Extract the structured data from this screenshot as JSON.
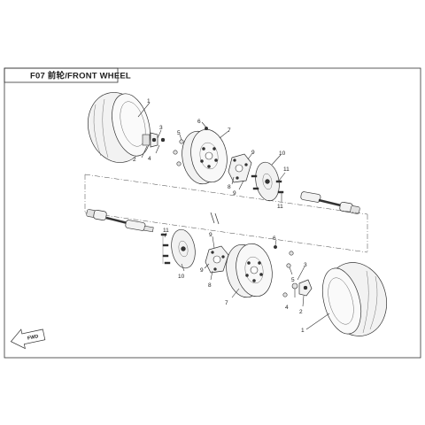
{
  "header": {
    "title": "F07 前轮/FRONT WHEEL"
  },
  "fwd_label": "FWD",
  "callouts": {
    "upper": {
      "c1": "1",
      "c2": "2",
      "c3": "3",
      "c4": "4",
      "c5": "5",
      "c6": "6",
      "c7": "7",
      "c8": "8",
      "c9a": "9",
      "c9b": "9",
      "c10": "10",
      "c11a": "11",
      "c11b": "11"
    },
    "lower": {
      "c1": "1",
      "c2": "2",
      "c3": "3",
      "c4": "4",
      "c5": "5",
      "c6": "6",
      "c7": "7",
      "c8": "8",
      "c9a": "9",
      "c9b": "9",
      "c10": "10",
      "c11": "11"
    }
  }
}
